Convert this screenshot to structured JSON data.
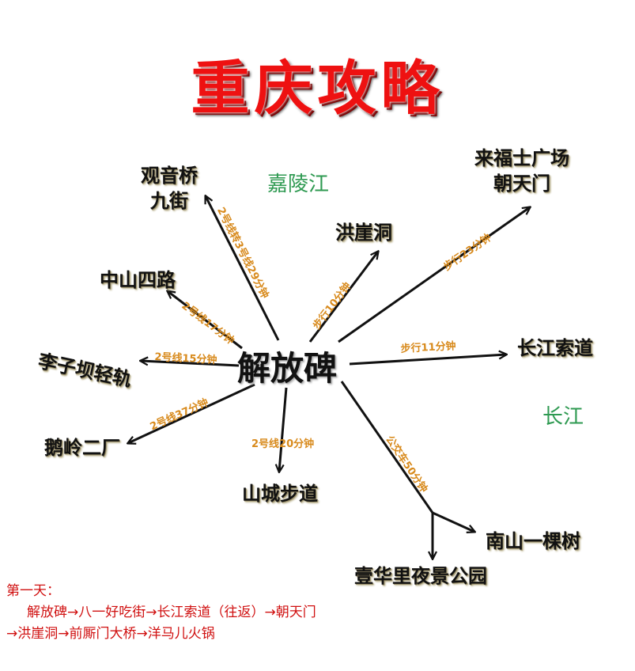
{
  "title": "重庆攻略",
  "hub": "解放碑",
  "rivers": {
    "jialing": "嘉陵江",
    "changjiang": "长江"
  },
  "places": {
    "guanyinqiao_1": "观音桥",
    "guanyinqiao_2": "九街",
    "hongyadong": "洪崖洞",
    "laifushi_1": "来福士广场",
    "laifushi_2": "朝天门",
    "zhongshan": "中山四路",
    "liziba": "李子坝轻轨",
    "cableway": "长江索道",
    "eling": "鹅岭二厂",
    "shancheng": "山城步道",
    "nanshan": "南山一棵树",
    "yihuali": "壹华里夜景公园"
  },
  "routes": {
    "guanyinqiao": "2号线转3号线29分钟",
    "hongyadong": "步行10分钟",
    "laifushi": "步行23分钟",
    "zhongshan": "2号线17分钟",
    "liziba": "2号线15分钟",
    "cableway": "步行11分钟",
    "eling": "2号线37分钟",
    "shancheng": "2号线20分钟",
    "bus": "公交车50分钟"
  },
  "itinerary": {
    "day": "第一天：",
    "line1": "解放碑→八一好吃街→长江索道（往返）→朝天门",
    "line2": "→洪崖洞→前厮门大桥→洋马儿火锅"
  },
  "colors": {
    "title": "#ee1111",
    "route_text": "#d88a1c",
    "river_text": "#2f9a52",
    "itinerary_text": "#d01010",
    "arrow": "#111111"
  }
}
